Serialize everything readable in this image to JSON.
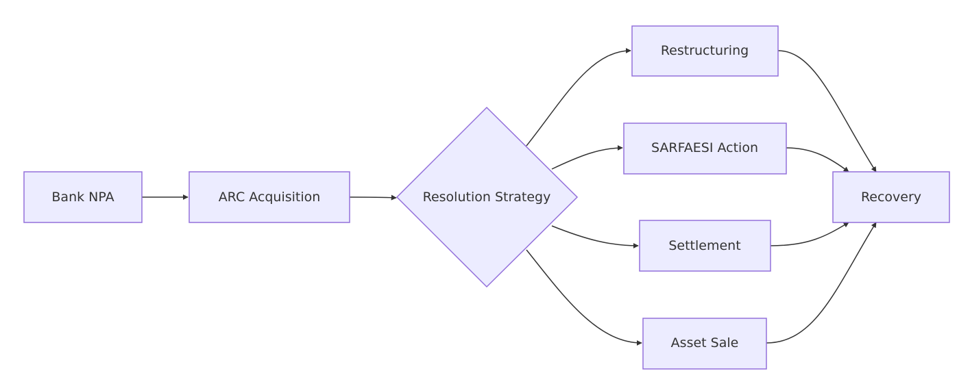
{
  "diagram": {
    "type": "flowchart",
    "nodes": {
      "bank_npa": "Bank NPA",
      "arc_acquisition": "ARC Acquisition",
      "resolution_strategy": "Resolution Strategy",
      "restructuring": "Restructuring",
      "sarfaesi_action": "SARFAESI Action",
      "settlement": "Settlement",
      "asset_sale": "Asset Sale",
      "recovery": "Recovery"
    },
    "edges": [
      {
        "from": "bank_npa",
        "to": "arc_acquisition"
      },
      {
        "from": "arc_acquisition",
        "to": "resolution_strategy"
      },
      {
        "from": "resolution_strategy",
        "to": "restructuring"
      },
      {
        "from": "resolution_strategy",
        "to": "sarfaesi_action"
      },
      {
        "from": "resolution_strategy",
        "to": "settlement"
      },
      {
        "from": "resolution_strategy",
        "to": "asset_sale"
      },
      {
        "from": "restructuring",
        "to": "recovery"
      },
      {
        "from": "sarfaesi_action",
        "to": "recovery"
      },
      {
        "from": "settlement",
        "to": "recovery"
      },
      {
        "from": "asset_sale",
        "to": "recovery"
      }
    ],
    "colors": {
      "node_fill": "#ECECFF",
      "node_stroke": "#9370DB",
      "edge": "#333333",
      "text": "#333333"
    }
  }
}
